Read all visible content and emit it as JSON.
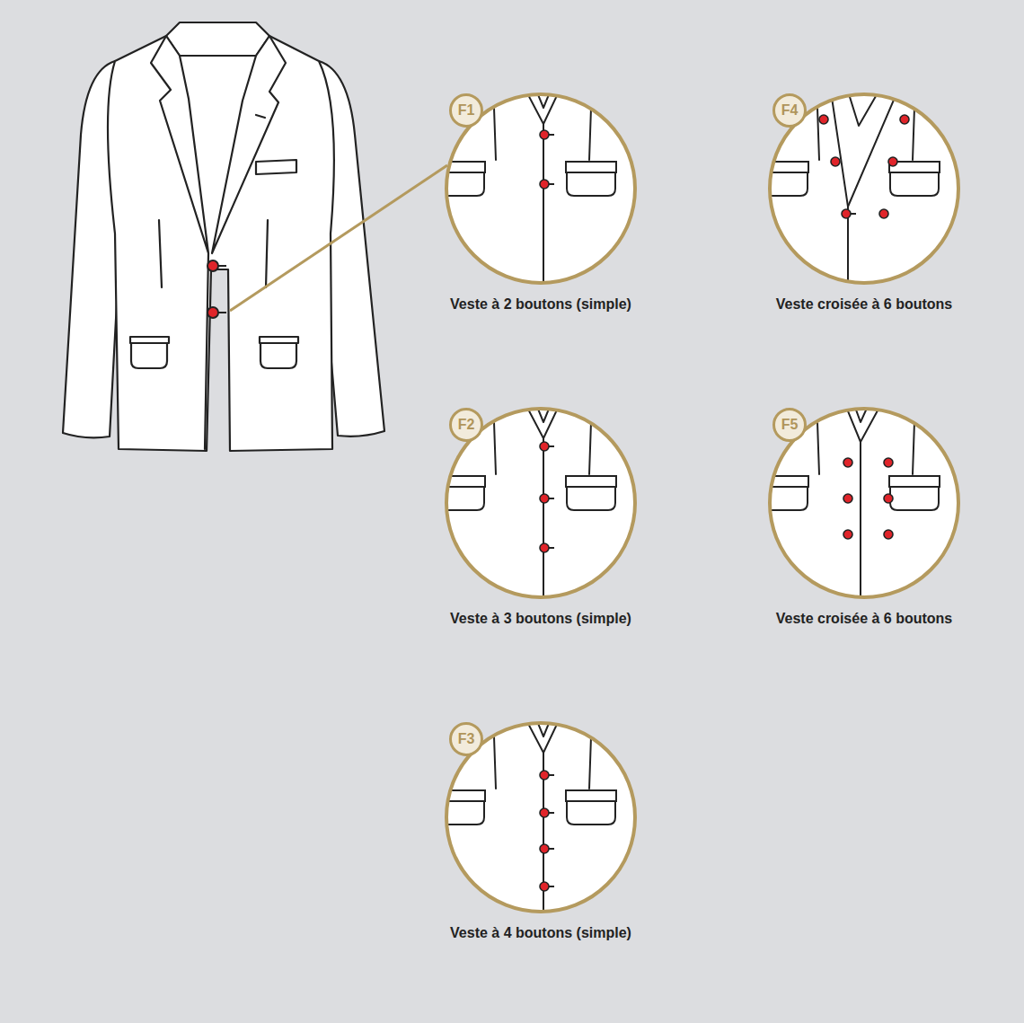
{
  "diagram": {
    "nodes": [
      {
        "text": [
          "F1",
          "Veste à 2 boutons (simple)"
        ]
      },
      {
        "text": [
          "F4",
          "Veste croisée à 6 boutons"
        ]
      },
      {
        "text": [
          "F2",
          "Veste à 3 boutons (simple)"
        ]
      },
      {
        "text": [
          "F5",
          "Veste croisée à 6 boutons"
        ]
      },
      {
        "text": [
          "F3",
          "Veste à 4 boutons (simple)"
        ]
      }
    ]
  }
}
